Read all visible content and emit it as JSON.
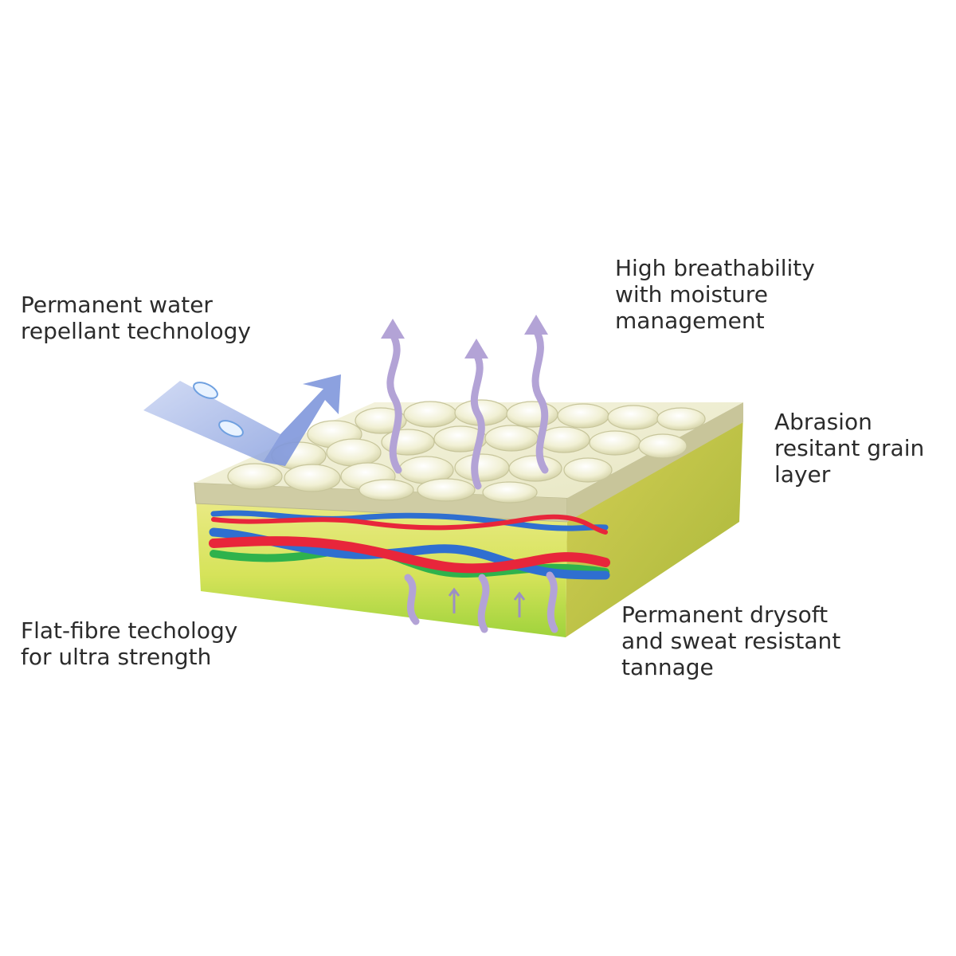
{
  "labels": {
    "water_repellant": [
      "Permanent water",
      "repellant technology"
    ],
    "breathability": [
      "High breathability",
      "with moisture",
      "management"
    ],
    "abrasion": [
      "Abrasion",
      "resitant grain",
      "layer"
    ],
    "flat_fibre": [
      "Flat-fibre techology",
      "for ultra strength"
    ],
    "drysoft": [
      "Permanent drysoft",
      "and sweat resistant",
      "tannage"
    ]
  },
  "colors": {
    "grain_top": "#f2f1d6",
    "grain_edge": "#c9c7a0",
    "core_yellow": "#e3e56a",
    "core_green": "#9fd33c",
    "side_face": "#c9c64a",
    "fibre_red": "#e8263b",
    "fibre_blue": "#2f6fd0",
    "fibre_green": "#2fb24c",
    "vapor_purple": "#b3a3d6",
    "water_arrow": "#a9b9e6"
  }
}
